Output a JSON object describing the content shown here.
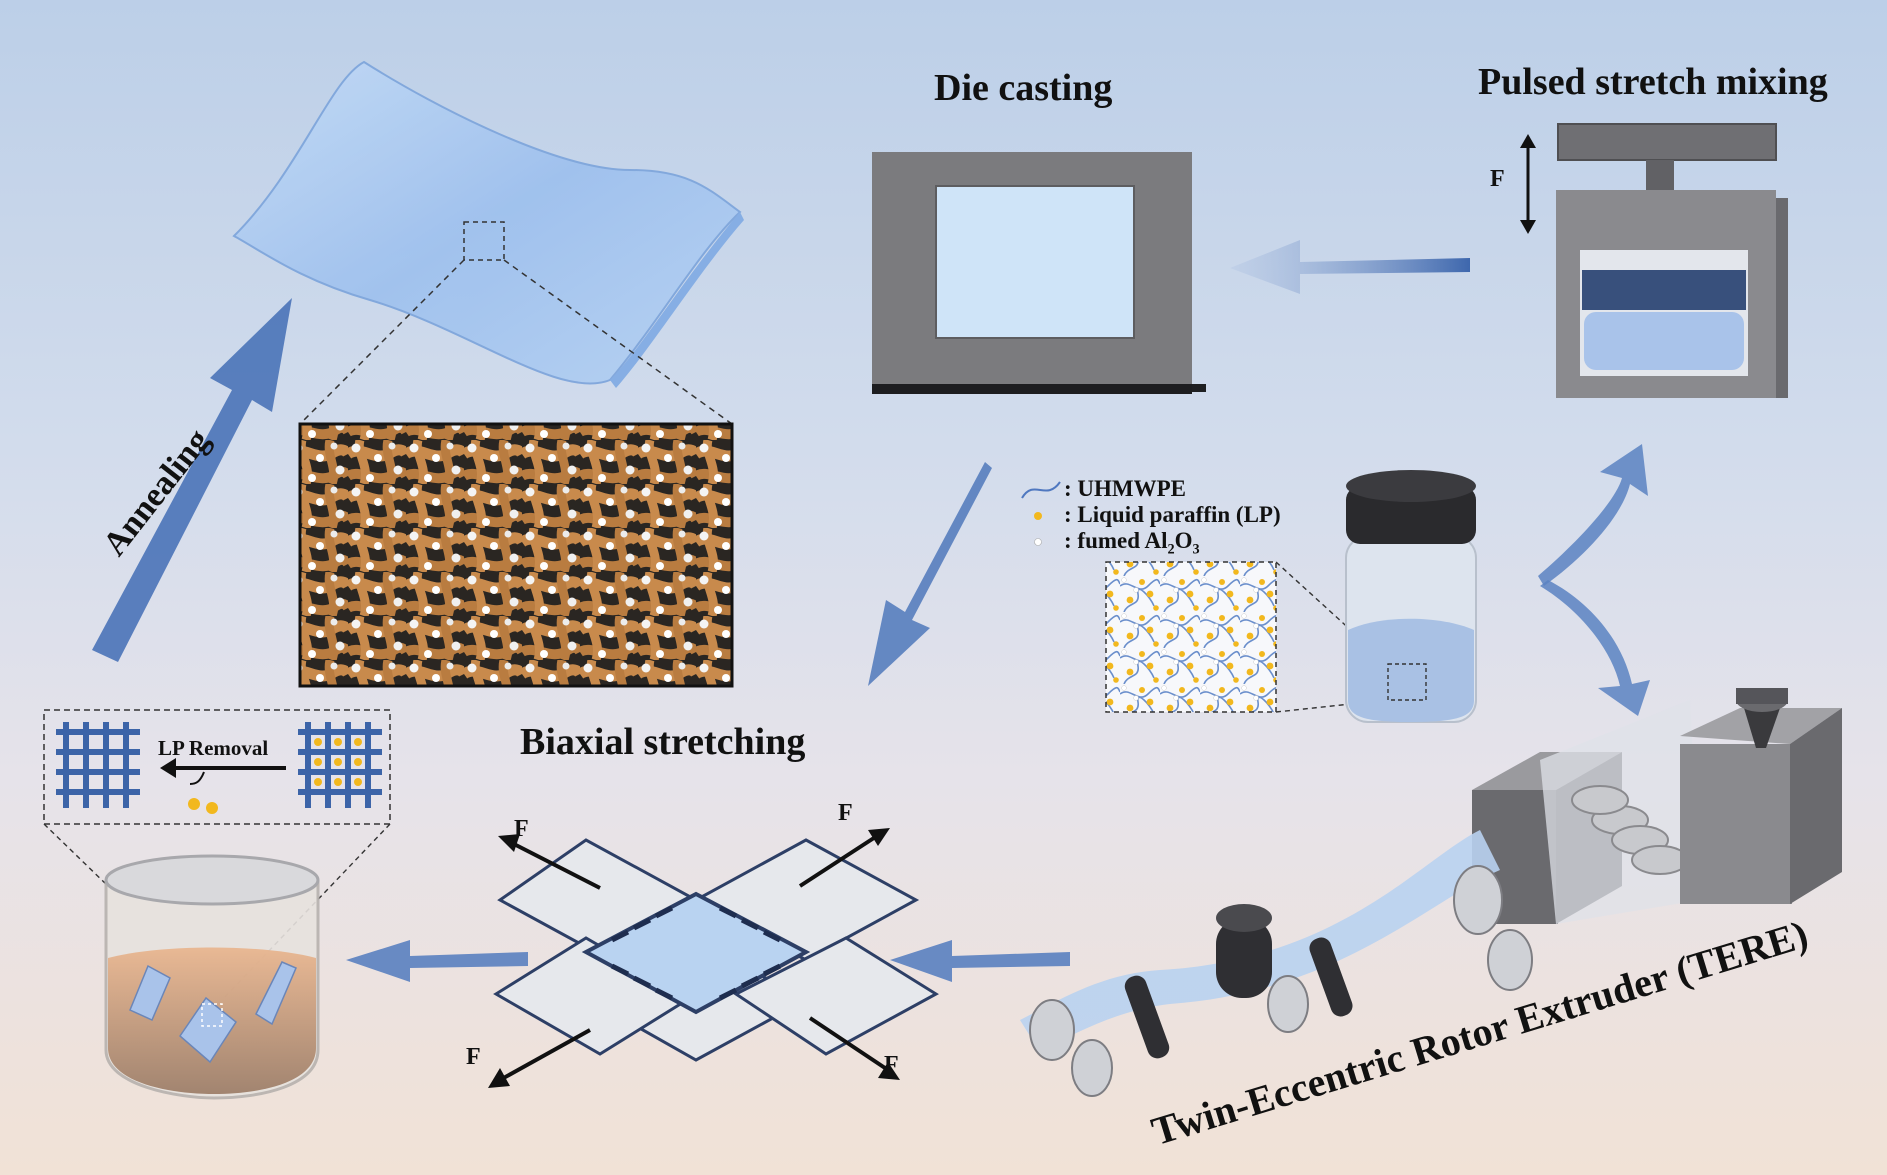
{
  "steps": {
    "die_casting": "Die casting",
    "pulsed_stretch_mixing": "Pulsed stretch mixing",
    "biaxial_stretching": "Biaxial stretching",
    "annealing": "Annealing",
    "lp_removal": "LP Removal",
    "tere": "Twin-Eccentric Rotor Extruder (TERE)"
  },
  "force_label": "F",
  "legend": {
    "uhmwpe": ": UHMWPE",
    "lp": ": Liquid paraffin (LP)",
    "al2o3_prefix": ": fumed Al",
    "al2o3_sub1": "2",
    "al2o3_mid": "O",
    "al2o3_sub2": "3"
  },
  "colors": {
    "arrow": "#4a74b8",
    "film": "#a9c9ef",
    "mesh": "#c4894a",
    "paraffin": "#f2b81e",
    "grid": "#3c64a8",
    "mold": "#7d7d80"
  },
  "icons": [
    "force-arrow-icon",
    "flow-arrow-icon"
  ]
}
